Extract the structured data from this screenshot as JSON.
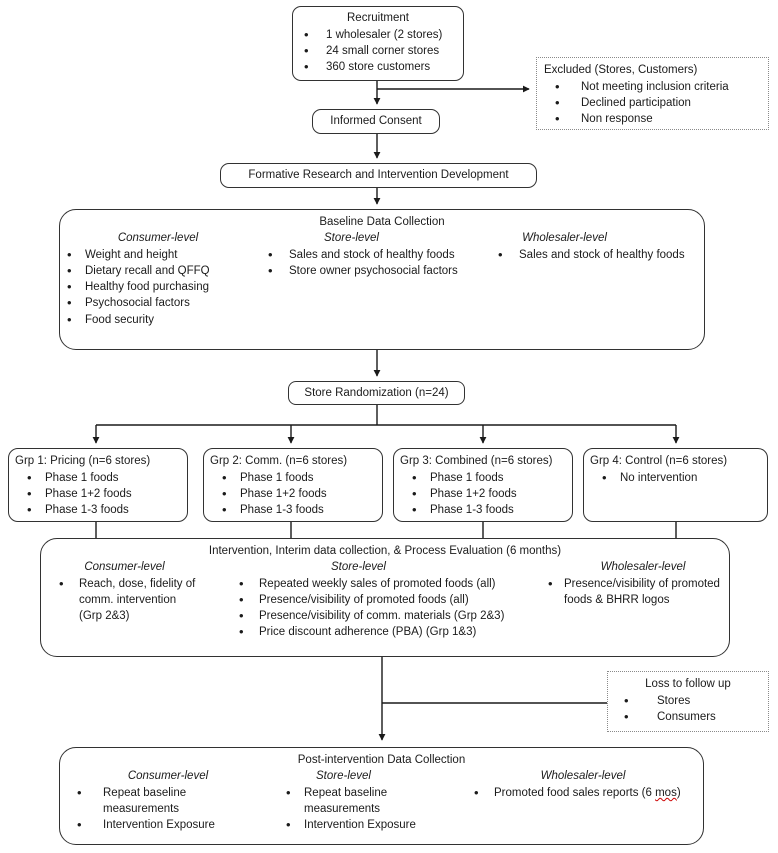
{
  "colors": {
    "line": "#1a1a1a",
    "border": "#323232",
    "spellcheck_underline": "#cc0000"
  },
  "recruitment": {
    "title": "Recruitment",
    "items": [
      "1 wholesaler (2 stores)",
      "24 small corner stores",
      "360 store customers"
    ]
  },
  "excluded": {
    "title": "Excluded (Stores, Customers)",
    "items": [
      "Not meeting inclusion criteria",
      "Declined participation",
      "Non response"
    ]
  },
  "informed_consent": {
    "label": "Informed Consent"
  },
  "formative": {
    "label": "Formative Research and Intervention Development"
  },
  "baseline": {
    "title": "Baseline Data Collection",
    "columns": [
      {
        "header": "Consumer-level",
        "items": [
          "Weight and height",
          "Dietary recall and QFFQ",
          "Healthy food purchasing",
          "Psychosocial factors",
          "Food security"
        ]
      },
      {
        "header": "Store-level",
        "items": [
          "Sales and stock of healthy foods",
          "Store owner psychosocial factors"
        ]
      },
      {
        "header": "Wholesaler-level",
        "items": [
          "Sales and stock of healthy foods"
        ]
      }
    ]
  },
  "randomization": {
    "label": "Store Randomization (n=24)"
  },
  "groups": [
    {
      "title": "Grp 1: Pricing (n=6 stores)",
      "items": [
        "Phase 1 foods",
        "Phase 1+2 foods",
        "Phase 1-3 foods"
      ]
    },
    {
      "title": "Grp 2: Comm. (n=6 stores)",
      "items": [
        "Phase 1 foods",
        "Phase 1+2 foods",
        "Phase 1-3 foods"
      ]
    },
    {
      "title": "Grp 3: Combined (n=6 stores)",
      "items": [
        "Phase 1 foods",
        "Phase 1+2 foods",
        "Phase 1-3 foods"
      ]
    },
    {
      "title": "Grp 4: Control (n=6 stores)",
      "items": [
        "No intervention"
      ]
    }
  ],
  "intervention": {
    "title": "Intervention, Interim data collection, & Process Evaluation (6 months)",
    "columns": [
      {
        "header": "Consumer-level",
        "items": [
          "Reach, dose, fidelity of comm. intervention (Grp 2&3)"
        ]
      },
      {
        "header": "Store-level",
        "items": [
          "Repeated weekly sales of promoted foods (all)",
          "Presence/visibility of promoted foods (all)",
          "Presence/visibility of comm. materials (Grp 2&3)",
          "Price discount adherence (PBA) (Grp 1&3)"
        ]
      },
      {
        "header": "Wholesaler-level",
        "items": [
          "Presence/visibility of promoted foods & BHRR logos"
        ]
      }
    ]
  },
  "loss_to_follow_up": {
    "title": "Loss to follow up",
    "items": [
      "Stores",
      "Consumers"
    ]
  },
  "post": {
    "title": "Post-intervention Data Collection",
    "columns": [
      {
        "header": "Consumer-level",
        "items": [
          "Repeat baseline measurements",
          "Intervention Exposure"
        ]
      },
      {
        "header": "Store-level",
        "items": [
          "Repeat baseline measurements",
          "Intervention Exposure"
        ]
      },
      {
        "header": "Wholesaler-level",
        "item_parts": {
          "prefix": "Promoted food sales reports (6 ",
          "word": "mos",
          "suffix": ")"
        }
      }
    ]
  }
}
